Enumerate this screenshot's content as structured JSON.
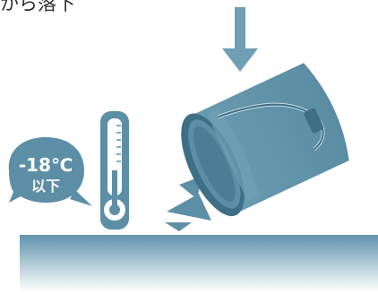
{
  "caption": "から落下",
  "badge": {
    "line1": "-18℃",
    "line2": "以下"
  },
  "colors": {
    "main": "#5c8fa6",
    "dark": "#3f6f86",
    "light": "#c9dde6",
    "floor_top": "#5f93ab",
    "floor_bottom": "#ffffff"
  },
  "icons": [
    "down-arrow-icon",
    "thermometer-icon",
    "bucket-icon",
    "impact-mark-icon",
    "speech-bubble-icon"
  ]
}
